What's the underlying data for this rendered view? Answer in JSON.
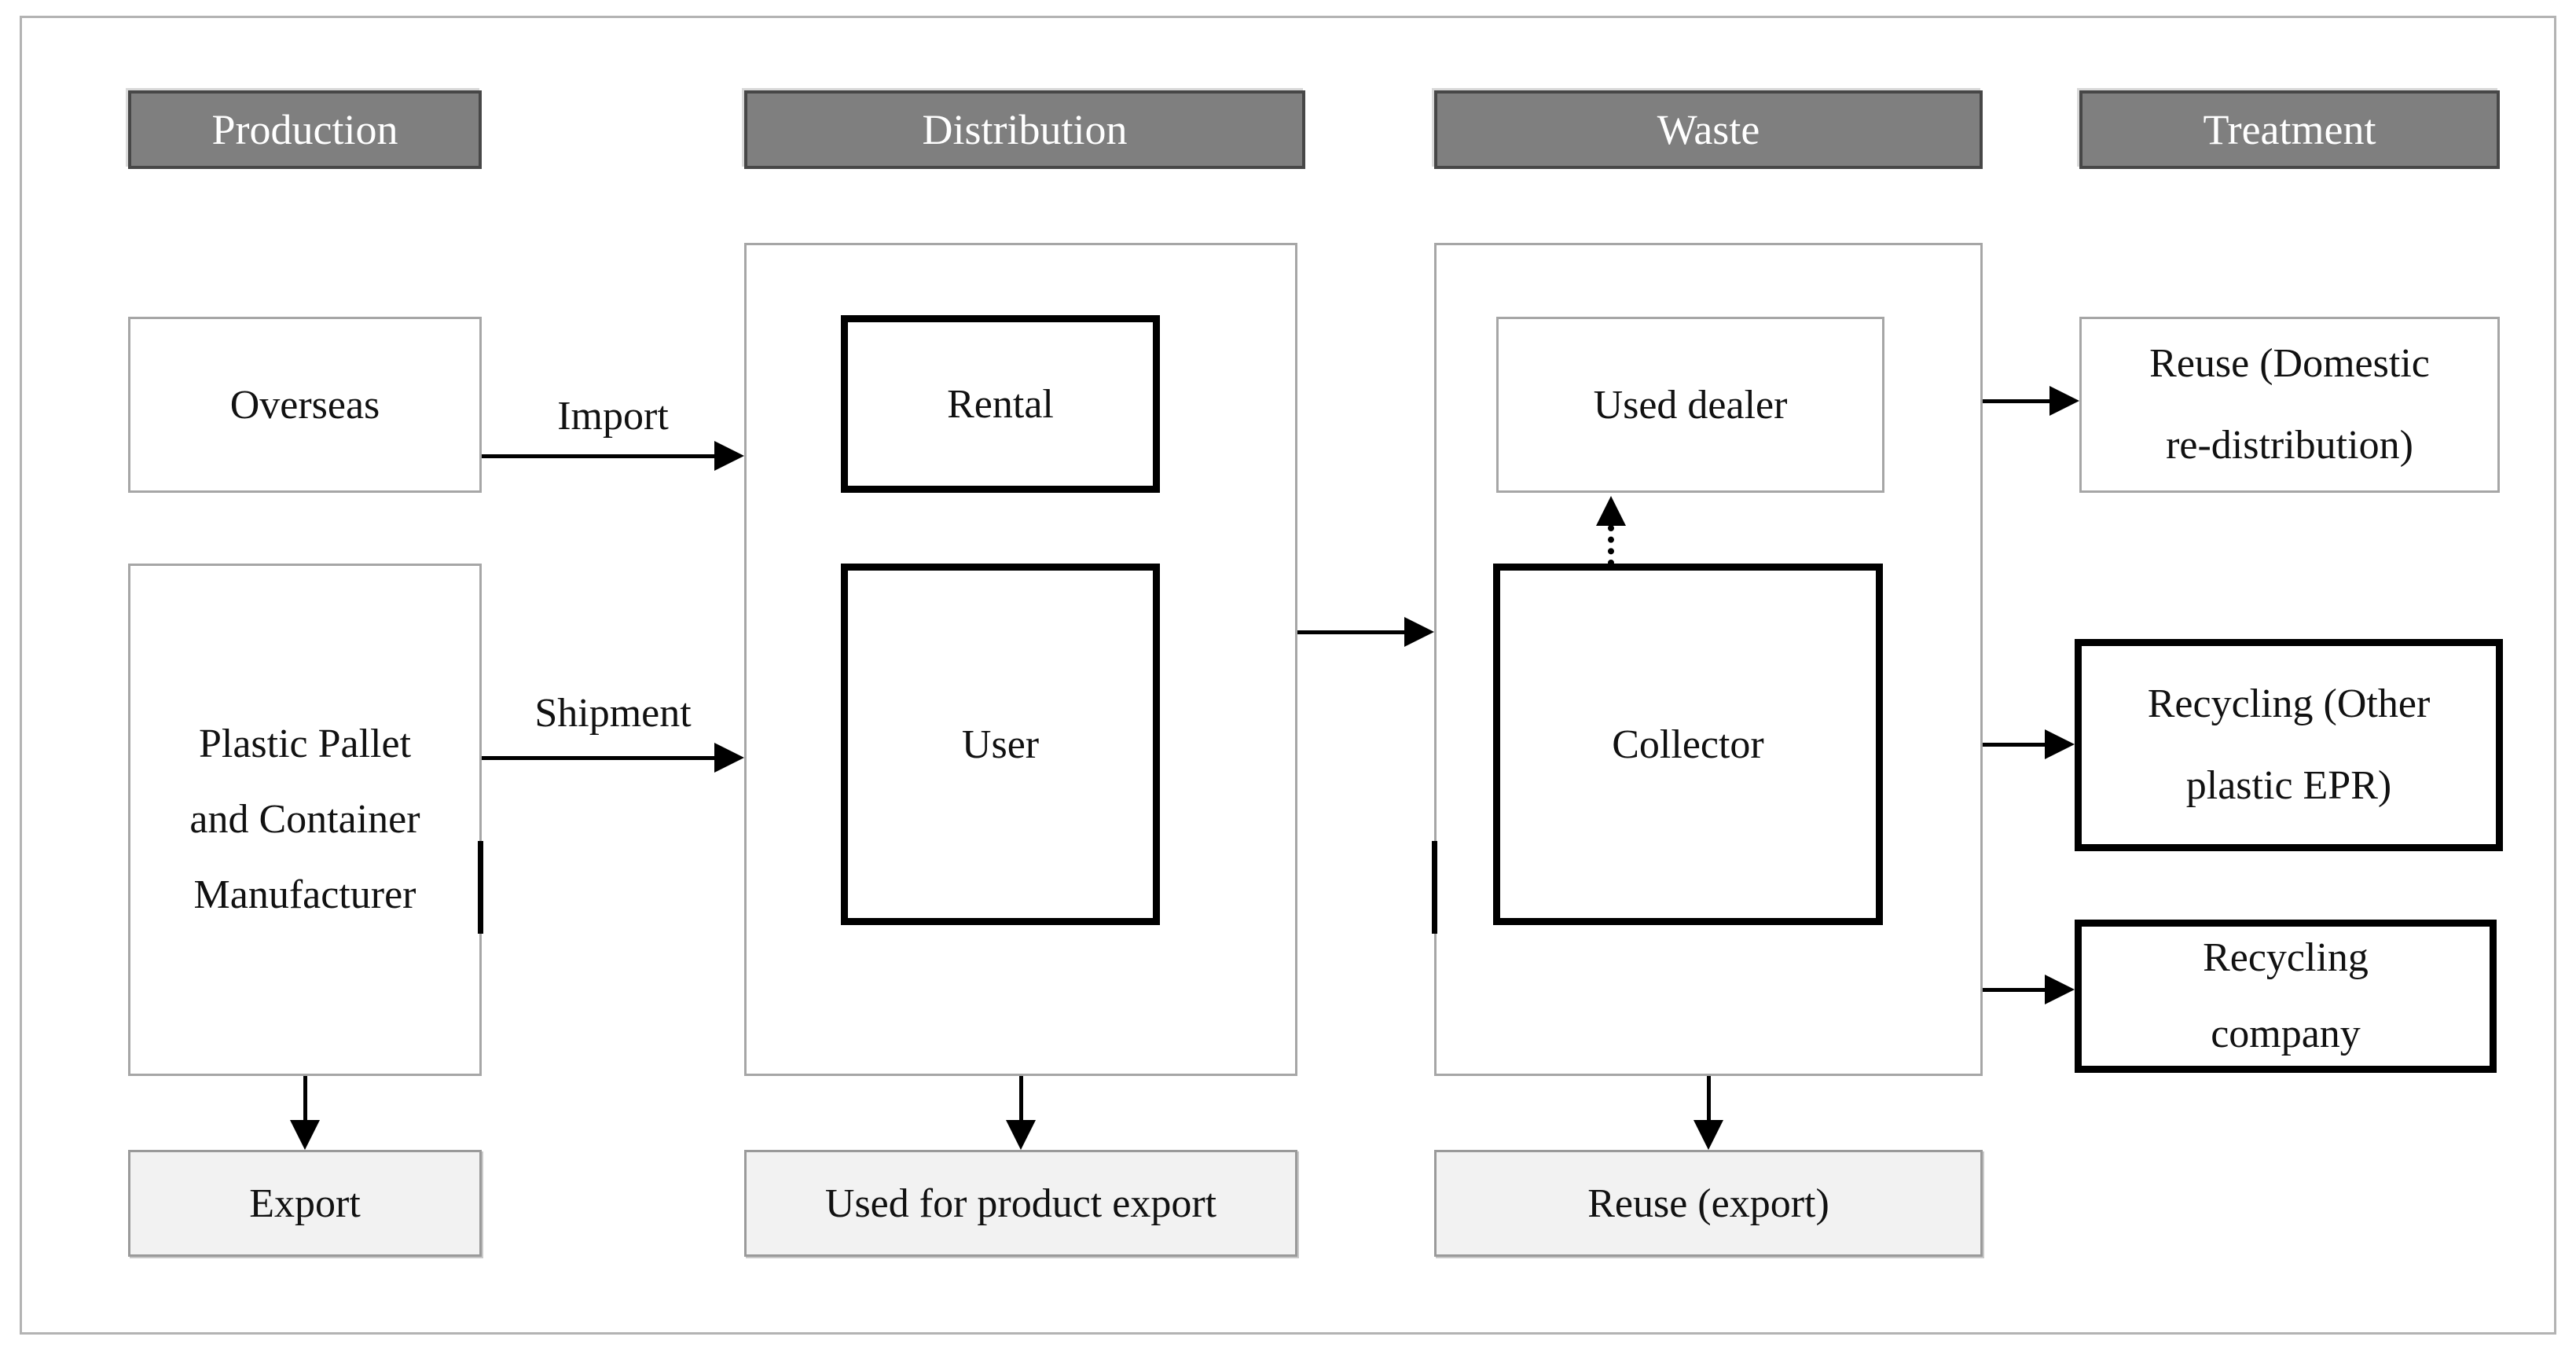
{
  "figure": {
    "stages": {
      "production": "Production",
      "distribution": "Distribution",
      "waste": "Waste",
      "treatment": "Treatment"
    },
    "production": {
      "overseas": "Overseas",
      "manufacturer_lines": [
        "Plastic Pallet",
        "and Container",
        "Manufacturer"
      ],
      "export": "Export"
    },
    "distribution": {
      "rental": "Rental",
      "user": "User",
      "used_for_product_export": "Used for product export"
    },
    "waste": {
      "used_dealer": "Used dealer",
      "collector": "Collector",
      "reuse_export": "Reuse (export)"
    },
    "treatment": {
      "reuse_domestic_lines": [
        "Reuse (Domestic",
        "re-distribution)"
      ],
      "recycling_epr_lines": [
        "Recycling (Other",
        "plastic EPR)"
      ],
      "recycling_company_lines": [
        "Recycling",
        "company"
      ]
    },
    "flow_labels": {
      "import": "Import",
      "shipment": "Shipment"
    },
    "colors": {
      "stage_header_fill": "#7f7f7f",
      "stage_header_border": "#474747",
      "stage_header_text": "#ffffff",
      "thin_border": "#a6a6a6",
      "thick_border": "#000000",
      "terminal_fill": "#f2f2f2",
      "frame_border": "#b3b3b3",
      "arrow": "#000000"
    }
  }
}
